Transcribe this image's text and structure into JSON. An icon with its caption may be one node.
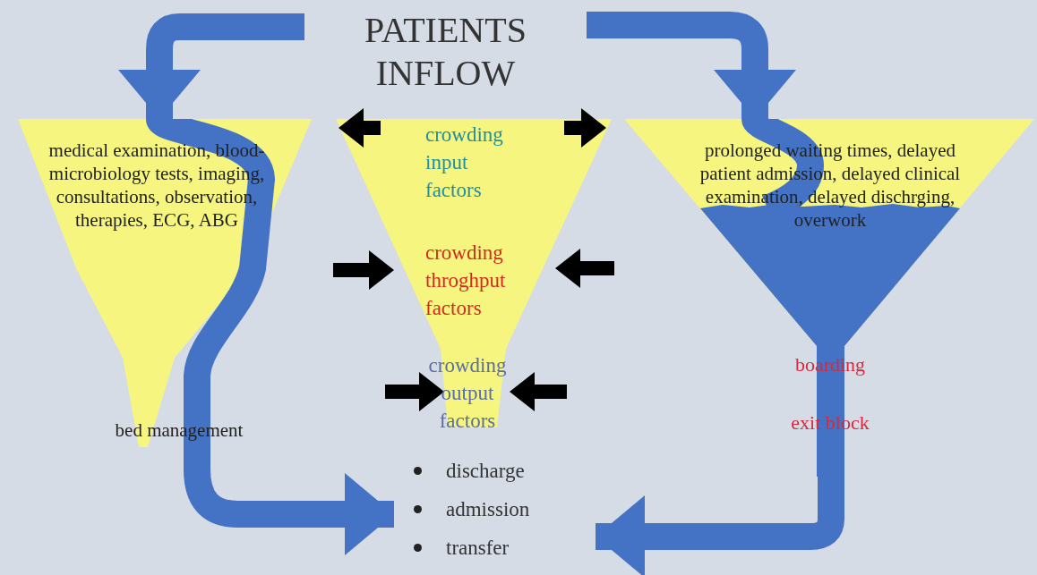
{
  "diagram": {
    "nodes": [
      {
        "text": [
          "PATIENTS INFLOW"
        ]
      },
      {
        "text": [
          "medical examination, blood-microbiology tests, imaging, consultations, observation, therapies, ECG, ABG",
          "bed management"
        ]
      },
      {
        "text": [
          "crowding input factors",
          "crowding throghput factors",
          "crowding output factors"
        ]
      },
      {
        "text": [
          "prolonged waiting times, delayed patient admission, delayed clinical examination, delayed dischrging, overwork",
          "boarding",
          "exit block"
        ]
      },
      {
        "text": [
          "discharge",
          "admission",
          "transfer"
        ]
      }
    ],
    "edges": [
      {
        "from": 0,
        "to": 1,
        "arrow": "to"
      },
      {
        "from": 1,
        "to": 4,
        "arrow": "to"
      },
      {
        "from": 0,
        "to": 3,
        "arrow": "to"
      },
      {
        "from": 3,
        "to": 4,
        "arrow": "to"
      }
    ]
  }
}
